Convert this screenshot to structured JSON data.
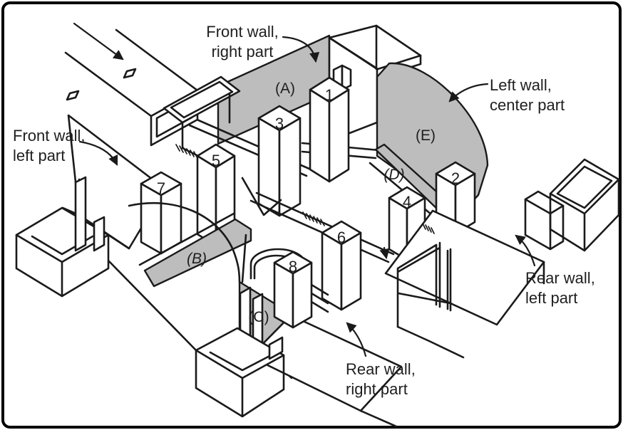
{
  "figure": {
    "type": "isometric-line-drawing",
    "colors": {
      "line": "#1a1a1a",
      "shade": "#bdbdbd",
      "background": "#ffffff",
      "border": "#000000"
    },
    "wall_labels": {
      "front_right": {
        "line1": "Front wall,",
        "line2": "right part"
      },
      "front_left": {
        "line1": "Front wall,",
        "line2": "left part"
      },
      "left_center": {
        "line1": "Left wall,",
        "line2": "center part"
      },
      "rear_left": {
        "line1": "Rear wall,",
        "line2": "left part"
      },
      "rear_right": {
        "line1": "Rear wall,",
        "line2": "right part"
      }
    },
    "region_labels": {
      "a": "(A)",
      "b": "(B)",
      "c": "(C)",
      "d": "(D)",
      "e": "(E)"
    },
    "pillar_numbers": {
      "p1": "1",
      "p2": "2",
      "p3": "3",
      "p4": "4",
      "p5": "5",
      "p6": "6",
      "p7": "7",
      "p8": "8"
    }
  }
}
